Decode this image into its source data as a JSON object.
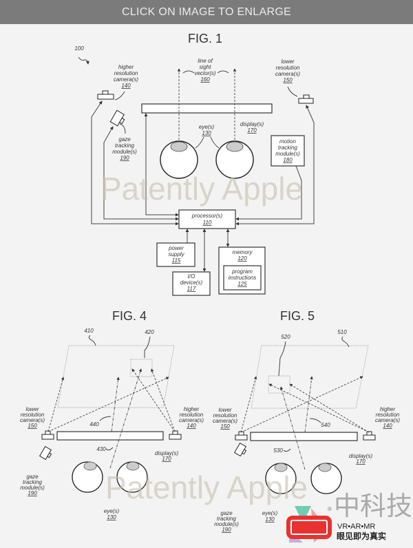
{
  "header": {
    "text": "CLICK ON IMAGE TO ENLARGE"
  },
  "watermark": "Patently Apple",
  "fig1": {
    "title": "FIG. 1",
    "ref": "100",
    "higher_cam": {
      "lines": [
        "higher",
        "resolution",
        "camera(s)"
      ],
      "ref": "140"
    },
    "line_of_sight": {
      "lines": [
        "line of",
        "sight",
        "vector(s)"
      ],
      "ref": "160"
    },
    "lower_cam": {
      "lines": [
        "lower",
        "resolution",
        "camera(s)"
      ],
      "ref": "150"
    },
    "eyes": {
      "lines": [
        "eye(s)"
      ],
      "ref": "130"
    },
    "display": {
      "lines": [
        "display(s)"
      ],
      "ref": "170"
    },
    "gaze": {
      "lines": [
        "gaze",
        "tracking",
        "module(s)"
      ],
      "ref": "190"
    },
    "motion": {
      "lines": [
        "motion",
        "tracking",
        "module(s)"
      ],
      "ref": "180"
    },
    "processor": {
      "lines": [
        "processor(s)"
      ],
      "ref": "110"
    },
    "power": {
      "lines": [
        "power",
        "supply"
      ],
      "ref": "115"
    },
    "io": {
      "lines": [
        "I/O",
        "device(s)"
      ],
      "ref": "117"
    },
    "memory": {
      "lines": [
        "memory"
      ],
      "ref": "120"
    },
    "program": {
      "lines": [
        "program",
        "instructions"
      ],
      "ref": "125"
    }
  },
  "fig4": {
    "title": "FIG. 4",
    "ref_field": "410",
    "ref_region": "420",
    "ref_vector": "440",
    "ref_sight": "430",
    "lower_cam": {
      "lines": [
        "lower",
        "resolution",
        "camera(s)"
      ],
      "ref": "150"
    },
    "higher_cam": {
      "lines": [
        "higher",
        "resolution",
        "camera(s)"
      ],
      "ref": "140"
    },
    "display": {
      "lines": [
        "display(s)"
      ],
      "ref": "170"
    },
    "gaze": {
      "lines": [
        "gaze",
        "tracking",
        "module(s)"
      ],
      "ref": "190"
    },
    "eyes": {
      "lines": [
        "eye(s)"
      ],
      "ref": "130"
    }
  },
  "fig5": {
    "title": "FIG. 5",
    "ref_field": "510",
    "ref_region": "520",
    "ref_vector": "540",
    "ref_sight": "530",
    "lower_cam": {
      "lines": [
        "lower",
        "resolution",
        "camera(s)"
      ],
      "ref": "150"
    },
    "higher_cam": {
      "lines": [
        "higher",
        "resolution",
        "camera(s)"
      ],
      "ref": "140"
    },
    "display": {
      "lines": [
        "display(s)"
      ],
      "ref": "170"
    },
    "gaze": {
      "lines": [
        "gaze",
        "tracking",
        "module(s)"
      ],
      "ref": "190"
    },
    "eyes": {
      "lines": [
        "eye(s)"
      ],
      "ref": "130"
    }
  },
  "logo": {
    "tagline_top": "VR•AR•MR",
    "tagline_bottom": "眼见即为真实",
    "brand": "中科技",
    "registered": "®",
    "color": "#e8322f"
  }
}
